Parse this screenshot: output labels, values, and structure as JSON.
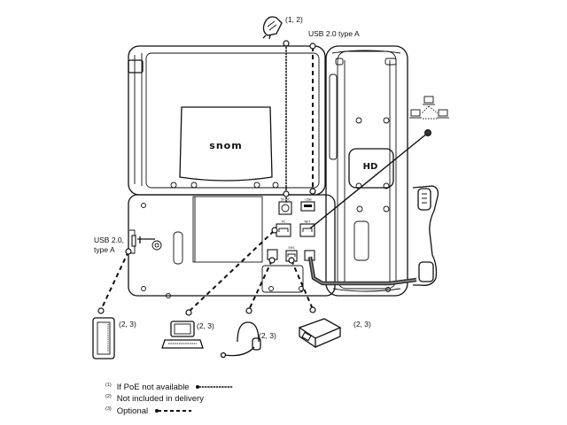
{
  "brand": "snom",
  "display_badge": "HD",
  "port_labels": {
    "dc": "5V DC",
    "usb": "USB",
    "pc": "PC",
    "net": "NET",
    "ehs": "EHS"
  },
  "labels": {
    "usb_top": "USB 2.0 type A",
    "usb_left_line1": "USB 2.0,",
    "usb_left_line2": "type A",
    "power_supply_note": "(1, 2)",
    "expansion_module_note": "(2, 3)",
    "computer_note": "(2, 3)",
    "headset_note": "(2, 3)",
    "ehs_adapter_note": "(2, 3)"
  },
  "legend": [
    {
      "mark": "(1)",
      "text": "If PoE not available",
      "line": "dotted"
    },
    {
      "mark": "(2)",
      "text": "Not included in delivery",
      "line": "none"
    },
    {
      "mark": "(3)",
      "text": "Optional",
      "line": "dashed"
    }
  ],
  "icons": [
    "power-adapter-icon",
    "network-icon",
    "expansion-module-icon",
    "computer-icon",
    "headset-icon",
    "ehs-adapter-icon",
    "handset-icon"
  ]
}
